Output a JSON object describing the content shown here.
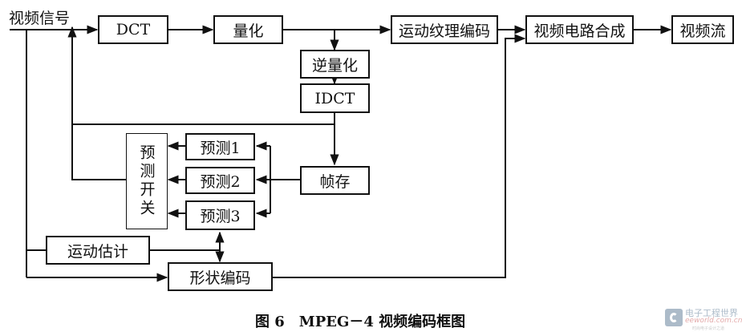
{
  "diagram": {
    "input_label": "视频信号",
    "blocks": {
      "dct": "DCT",
      "quantize": "量化",
      "motion_texture_coding": "运动纹理编码",
      "video_circuit_synthesis": "视频电路合成",
      "video_stream": "视频流",
      "inverse_quantize": "逆量化",
      "idct": "IDCT",
      "frame_buffer": "帧存",
      "prediction_1": "预测1",
      "prediction_2": "预测2",
      "prediction_3": "预测3",
      "prediction_switch": "预测开关",
      "motion_estimation": "运动估计",
      "shape_coding": "形状编码"
    },
    "edges": [
      {
        "from": "视频信号",
        "to": "DCT"
      },
      {
        "from": "DCT",
        "to": "量化"
      },
      {
        "from": "量化",
        "to": "运动纹理编码"
      },
      {
        "from": "量化",
        "to": "逆量化"
      },
      {
        "from": "逆量化",
        "to": "IDCT"
      },
      {
        "from": "IDCT",
        "to": "帧存"
      },
      {
        "from": "帧存",
        "to": "预测1"
      },
      {
        "from": "帧存",
        "to": "预测2"
      },
      {
        "from": "帧存",
        "to": "预测3"
      },
      {
        "from": "预测1",
        "to": "预测开关"
      },
      {
        "from": "预测2",
        "to": "预测开关"
      },
      {
        "from": "预测3",
        "to": "预测开关"
      },
      {
        "from": "预测开关",
        "to": "视频信号"
      },
      {
        "from": "视频信号",
        "to": "运动估计"
      },
      {
        "from": "视频信号",
        "to": "形状编码"
      },
      {
        "from": "运动估计",
        "to": "预测3"
      },
      {
        "from": "运动估计",
        "to": "形状编码"
      },
      {
        "from": "运动纹理编码",
        "to": "视频电路合成"
      },
      {
        "from": "形状编码",
        "to": "视频电路合成"
      },
      {
        "from": "视频电路合成",
        "to": "视频流"
      }
    ]
  },
  "caption": "图 6　MPEG－4 视频编码框图",
  "watermark": {
    "title": "电子工程世界",
    "domain": "eeworld.com.cn",
    "tagline": "时尚电子设计之道"
  }
}
